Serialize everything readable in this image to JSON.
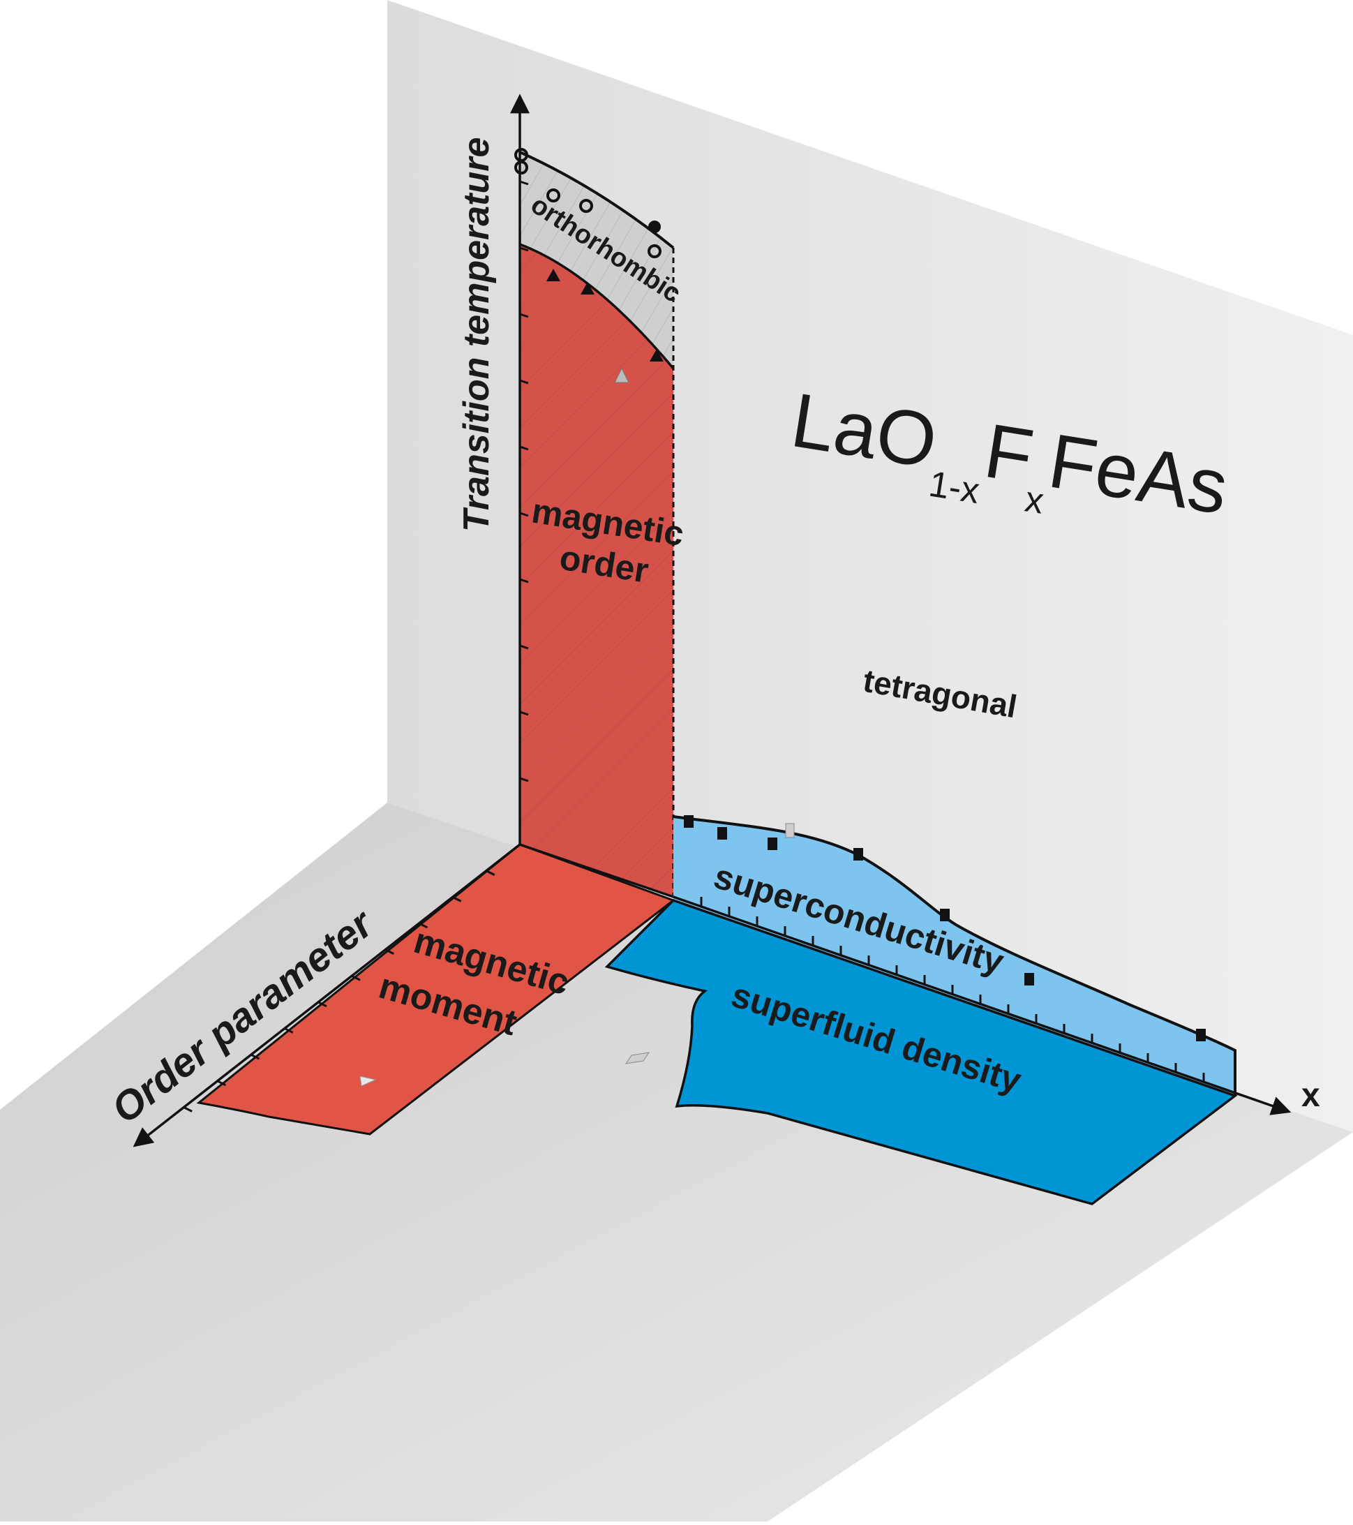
{
  "formula": {
    "base": "LaO",
    "sub1": "1-x",
    "mid": "F",
    "sub2": "x",
    "end": "FeAs"
  },
  "axes": {
    "vertical": "Transition temperature",
    "depth": "Order parameter",
    "horizontal": "x"
  },
  "regions": {
    "orthorhombic": "orthorhombic",
    "magnetic_order_line1": "magnetic",
    "magnetic_order_line2": "order",
    "tetragonal": "tetragonal",
    "superconductivity": "superconductivity",
    "magnetic_moment_line1": "magnetic",
    "magnetic_moment_line2": "moment",
    "superfluid_density": "superfluid density"
  },
  "colors": {
    "wall": "#e6e6e6",
    "floor": "#d4d4d4",
    "magnetic_order": "#d4524a",
    "magnetic_moment": "#e05545",
    "orthorhombic": "#cccccc",
    "superconductivity": "#7dc4ef",
    "superfluid": "#0096d6"
  }
}
